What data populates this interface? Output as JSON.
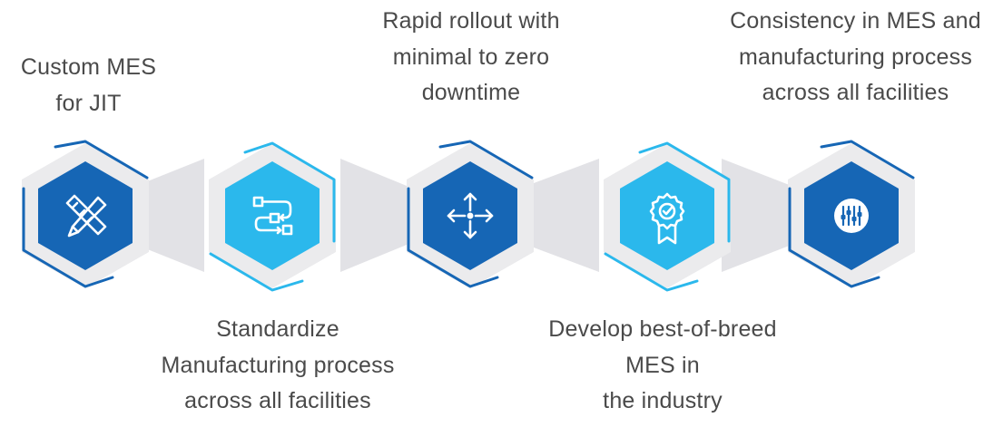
{
  "steps": [
    {
      "position": "top",
      "lines": [
        "Custom MES",
        "for JIT"
      ],
      "icon": "pencil-ruler-icon",
      "fill": "#1666b5"
    },
    {
      "position": "bottom",
      "lines": [
        "Standardize",
        "Manufacturing process",
        "across all facilities"
      ],
      "icon": "process-flow-icon",
      "fill": "#2bb8ec"
    },
    {
      "position": "top",
      "lines": [
        "Rapid rollout with",
        "minimal to zero",
        "downtime"
      ],
      "icon": "move-arrows-icon",
      "fill": "#1666b5"
    },
    {
      "position": "bottom",
      "lines": [
        "Develop best-of-breed",
        "MES in",
        "the industry"
      ],
      "icon": "award-ribbon-icon",
      "fill": "#2bb8ec"
    },
    {
      "position": "top",
      "lines": [
        "Consistency in MES and",
        "manufacturing process",
        "across all facilities"
      ],
      "icon": "sliders-icon",
      "fill": "#1666b5"
    }
  ],
  "colors": {
    "dark_blue": "#1666b5",
    "light_blue": "#2bb8ec",
    "frame_gray": "#ebebed",
    "connector_gray": "#e2e2e6",
    "text": "#4a4a4a"
  }
}
